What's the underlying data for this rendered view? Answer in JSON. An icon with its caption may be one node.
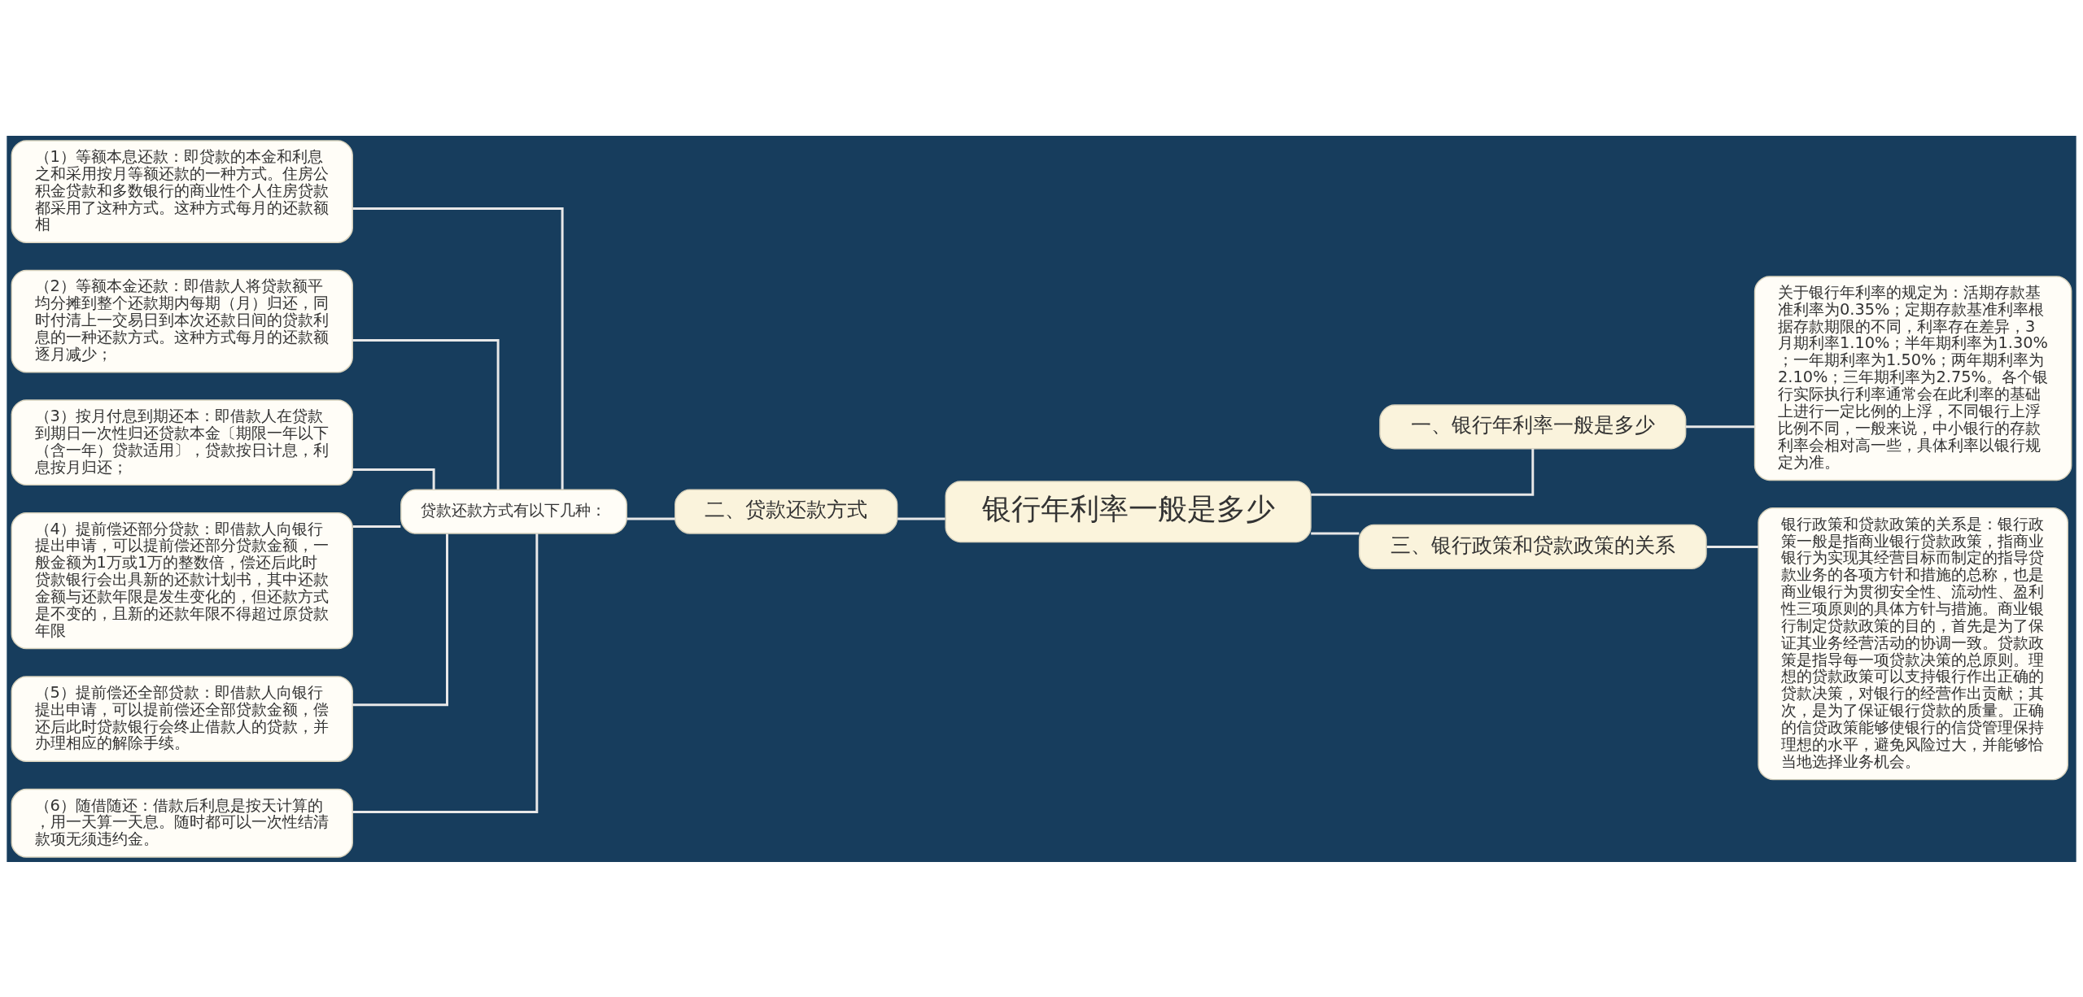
{
  "diagram": {
    "nodes": [
      {
        "text": [
          "银行年利率一般是多少"
        ]
      },
      {
        "text": [
          "一、银行年利率一般是多少"
        ]
      },
      {
        "text": [
          "关于银行年利率的规定为：活期存款基准利率为0.35%；定期存款基准利率根据存款期限的不同，利率存在差异，3月期利率1.10%；半年期利率为1.30%；一年期利率为1.50%；两年期利率为2.10%；三年期利率为2.75%。各个银行实际执行利率通常会在此利率的基础上进行一定比例的上浮，不同银行上浮比例不同，一般来说，中小银行的存款利率会相对高一些，具体利率以银行规定为准。"
        ]
      },
      {
        "text": [
          "二、贷款还款方式"
        ]
      },
      {
        "text": [
          "贷款还款方式有以下几种："
        ]
      },
      {
        "text": [
          "（1）等额本息还款：即贷款的本金和利息之和采用按月等额还款的一种方式。住房公积金贷款和多数银行的商业性个人住房贷款都采用了这种方式。这种方式每月的还款额相"
        ]
      },
      {
        "text": [
          "（2）等额本金还款：即借款人将贷款额平均分摊到整个还款期内每期（月）归还，同时付清上一交易日到本次还款日间的贷款利息的一种还款方式。这种方式每月的还款额逐月减少；"
        ]
      },
      {
        "text": [
          "（3）按月付息到期还本：即借款人在贷款到期日一次性归还贷款本金〔期限一年以下（含一年）贷款适用〕，贷款按日计息，利息按月归还；"
        ]
      },
      {
        "text": [
          "（4）提前偿还部分贷款：即借款人向银行提出申请，可以提前偿还部分贷款金额，一般金额为1万或1万的整数倍，偿还后此时贷款银行会出具新的还款计划书，其中还款金额与还款年限是发生变化的，但还款方式是不变的，且新的还款年限不得超过原贷款年限"
        ]
      },
      {
        "text": [
          "（5）提前偿还全部贷款：即借款人向银行提出申请，可以提前偿还全部贷款金额，偿还后此时贷款银行会终止借款人的贷款，并办理相应的解除手续。"
        ]
      },
      {
        "text": [
          "（6）随借随还：借款后利息是按天计算的，用一天算一天息。随时都可以一次性结清款项无须违约金。"
        ]
      },
      {
        "text": [
          "三、银行政策和贷款政策的关系"
        ]
      },
      {
        "text": [
          "银行政策和贷款政策的关系是：银行政策一般是指商业银行贷款政策，指商业银行为实现其经营目标而制定的指导贷款业务的各项方针和措施的总称，也是商业银行为贯彻安全性、流动性、盈利性三项原则的具体方针与措施。商业银行制定贷款政策的目的，首先是为了保证其业务经营活动的协调一致。贷款政策是指导每一项贷款决策的总原则。理想的贷款政策可以支持银行作出正确的贷款决策，对银行的经营作出贡献；其次，是为了保证银行贷款的质量。正确的信贷政策能够使银行的信贷管理保持理想的水平，避免风险过大，并能够恰当地选择业务机会。"
        ]
      }
    ],
    "edges": [
      {
        "from": 0,
        "to": 1,
        "arrow": "none"
      },
      {
        "from": 1,
        "to": 2,
        "arrow": "none"
      },
      {
        "from": 0,
        "to": 3,
        "arrow": "none"
      },
      {
        "from": 3,
        "to": 4,
        "arrow": "none"
      },
      {
        "from": 4,
        "to": 5,
        "arrow": "none"
      },
      {
        "from": 4,
        "to": 6,
        "arrow": "none"
      },
      {
        "from": 4,
        "to": 7,
        "arrow": "none"
      },
      {
        "from": 4,
        "to": 8,
        "arrow": "none"
      },
      {
        "from": 4,
        "to": 9,
        "arrow": "none"
      },
      {
        "from": 4,
        "to": 10,
        "arrow": "none"
      },
      {
        "from": 0,
        "to": 11,
        "arrow": "none"
      },
      {
        "from": 11,
        "to": 12,
        "arrow": "none"
      }
    ]
  }
}
